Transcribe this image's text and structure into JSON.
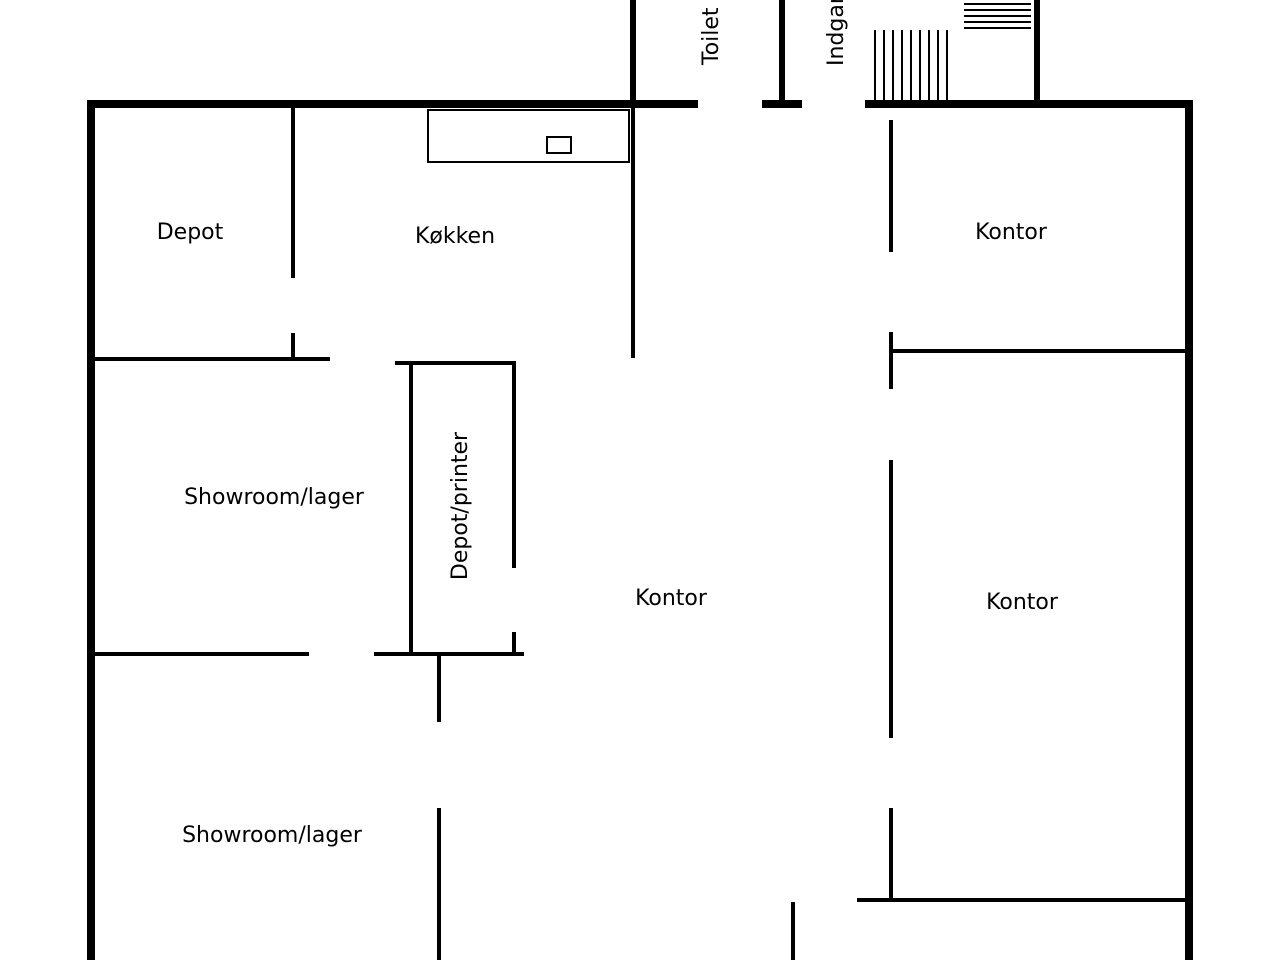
{
  "rooms": {
    "depot": "Depot",
    "kokken": "Køkken",
    "kontor_top_right": "Kontor",
    "showroom_upper": "Showroom/lager",
    "depot_printer": "Depot/printer",
    "kontor_center": "Kontor",
    "kontor_right": "Kontor",
    "showroom_lower": "Showroom/lager",
    "toilet": "Toilet",
    "indgang": "Indgang"
  },
  "colors": {
    "wall": "#000000",
    "background": "#ffffff"
  }
}
